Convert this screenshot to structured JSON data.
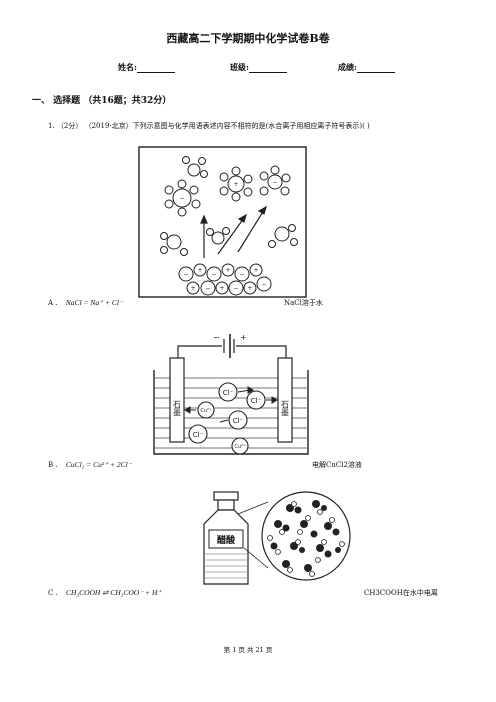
{
  "header": {
    "title": "西藏高二下学期期中化学试卷B卷",
    "name_label": "姓名:",
    "class_label": "班级:",
    "score_label": "成绩:"
  },
  "section": {
    "heading": "一、 选择题 （共16题；共32分）"
  },
  "question1": {
    "stem": "1.  （2分） （2019·北京）下列示意图与化学用语表述内容不相符的是(水合离子用相应离子符号表示)(      )",
    "option_a": {
      "letter": "A .",
      "formula": "NaCl = Na⁺ + Cl⁻",
      "caption": "NaCl溶于水"
    },
    "option_b": {
      "letter": "B .",
      "formula": "CuCl₂ = Cu²⁺ + 2Cl⁻",
      "caption": "电解CuCl2溶液",
      "electrode_label": "石墨",
      "ion_cl": "Cl⁻",
      "ion_cu": "Cu²⁺",
      "battery_minus": "−",
      "battery_plus": "+"
    },
    "option_c": {
      "letter": "C .",
      "formula": "CH₃COOH ⇌ CH₃COO⁻ + H⁺",
      "caption": "CH3COOH在水中电离",
      "bottle_label": "醋酸"
    }
  },
  "footer": {
    "page_text": "第 1 页 共 21 页"
  }
}
